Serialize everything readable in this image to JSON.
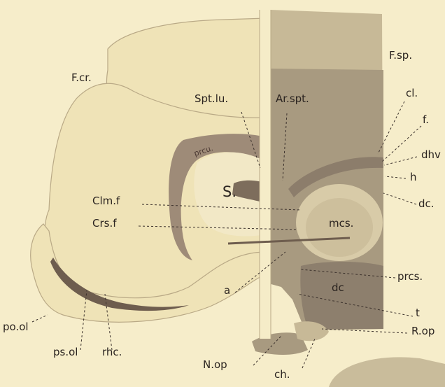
{
  "plate": {
    "colors": {
      "paper": "#f6edca",
      "tissue_light": "#efe3b7",
      "tissue_mid": "#d9cba0",
      "tissue_dark": "#a08f79",
      "ink": "#2b2420"
    },
    "labels": {
      "fcr": "F.cr.",
      "fsp": "F.sp.",
      "sptlu": "Spt.lu.",
      "arspt": "Ar.spt.",
      "cl": "cl.",
      "f": "f.",
      "dhv": "dhv",
      "h": "h",
      "dc_right": "dc.",
      "s": "S.",
      "prcu": "prcu.",
      "clmf": "Clm.f",
      "crsf": "Crs.f",
      "mcs": "mcs.",
      "a": "a",
      "prcs": "prcs.",
      "dc_lower": "dc",
      "t": "t",
      "rop": "R.op",
      "poo1": "po.ol",
      "psol": "ps.ol",
      "rhc": "rhc.",
      "nop": "N.op",
      "ch": "ch."
    }
  }
}
